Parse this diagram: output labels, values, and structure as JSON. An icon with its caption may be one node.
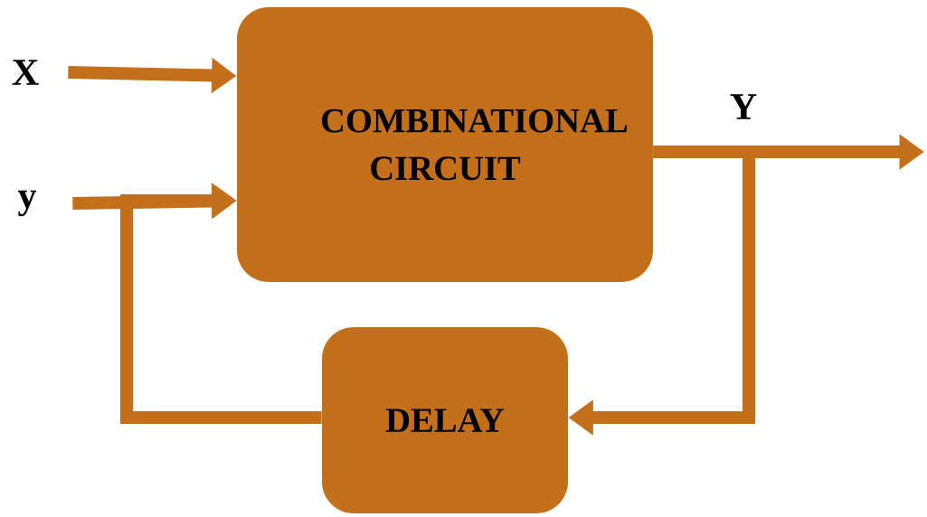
{
  "diagram": {
    "nodes": [
      {
        "text": [
          "COMBINATIONAL CIRCUIT"
        ]
      },
      {
        "text": [
          "DELAY"
        ]
      },
      {
        "text": [
          "X"
        ]
      },
      {
        "text": [
          "y"
        ]
      }
    ],
    "edges": [
      {
        "from": 2,
        "to": 0,
        "arrow": "to"
      },
      {
        "from": 3,
        "to": 0,
        "arrow": "to"
      },
      {
        "from": 1,
        "to": 0,
        "arrow": "to"
      },
      {
        "from": 0,
        "to": null,
        "arrow": "to",
        "label": "Y"
      },
      {
        "from": 0,
        "to": 1,
        "arrow": "to"
      }
    ]
  }
}
